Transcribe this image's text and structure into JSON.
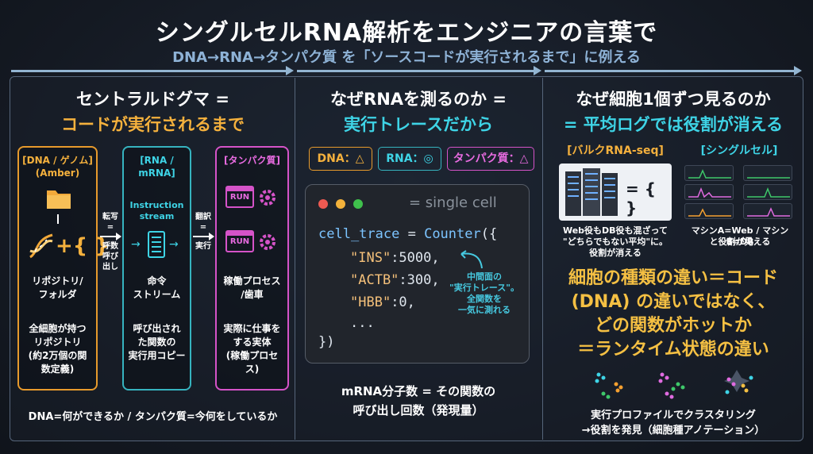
{
  "header": {
    "title": "シングルセルRNA解析をエンジニアの言葉で",
    "subtitle": "DNA→RNA→タンパク質 を「ソースコードが実行されるまで」に例える"
  },
  "left": {
    "heading_line1": "セントラルドグマ =",
    "heading_line2": "コードが実行されるまで",
    "dna": {
      "head1": "[DNA / ゲノム]",
      "head2": "(Amber)",
      "label1": "リポジトリ/",
      "label2": "フォルダ",
      "desc1": "全細胞が持つ",
      "desc2": "リポジトリ",
      "desc3": "(約2万個の関",
      "desc4": "数定義)"
    },
    "arrow1": [
      "転写",
      "=",
      "呼数",
      "呼び",
      "出し"
    ],
    "rna": {
      "head1": "[RNA /",
      "head2": "mRNA]",
      "instr1": "Instruction",
      "instr2": "stream",
      "label1": "命令",
      "label2": "ストリーム",
      "desc1": "呼び出され",
      "desc2": "た関数の",
      "desc3": "実行用コピー"
    },
    "arrow2": [
      "翻訳",
      "=",
      "実行"
    ],
    "protein": {
      "head": "[タンパク質]",
      "run": "RUN",
      "label1": "稼働プロセス",
      "label2": "/歯車",
      "desc1": "実際に仕事を",
      "desc2": "する実体",
      "desc3": "(稼働プロセ",
      "desc4": "ス)"
    },
    "footer": "DNA=何ができるか / タンパク質=今何をしているか"
  },
  "middle": {
    "heading_line1": "なぜRNAを測るのか =",
    "heading_line2": "実行トレースだから",
    "tags": [
      "DNA：△",
      "RNA：◎",
      "タンパク質：△"
    ],
    "code": {
      "comment": "= single cell",
      "l1a": "cell_trace",
      "l1b": " = ",
      "l1c": "Counter",
      "l1d": "({",
      "l2": "\"INS\"",
      "l2v": ":5000,",
      "l3": "\"ACTB\"",
      "l3v": ":300,",
      "l4": "\"HBB\"",
      "l4v": ":0,",
      "l5": "...",
      "l6": "})"
    },
    "note": [
      "中間面の",
      "\"実行トレース\"。",
      "全関数を",
      "一気に測れる"
    ],
    "footer1": "mRNA分子数 = その関数の",
    "footer2": "呼び出し回数（発現量）"
  },
  "right": {
    "heading_line1": "なぜ細胞1個ずつ見るのか",
    "heading_line2": "= 平均ログでは役割が消える",
    "bulk_label": "[バルクRNA-seq]",
    "single_label": "[シングルセル]",
    "equals_empty": "= { }",
    "bulk_caption": [
      "Web役もDB役も混ざって",
      "\"どちらでもない平均\"に。",
      "役割が消える"
    ],
    "single_caption": [
      "マシンA=Web / マシンB=DB",
      "と役割が見える"
    ],
    "big": [
      "細胞の種類の違い＝コード",
      "(DNA) の違いではなく、",
      "どの関数がホットか",
      "＝ランタイム状態の違い"
    ],
    "footer1": "実行プロファイルでクラスタリング",
    "footer2": "→役割を発見（細胞種アノテーション）"
  },
  "colors": {
    "orange": "#f5b13d",
    "cyan": "#3ed4e6",
    "pink": "#d553c8",
    "yellow": "#f5c043"
  }
}
